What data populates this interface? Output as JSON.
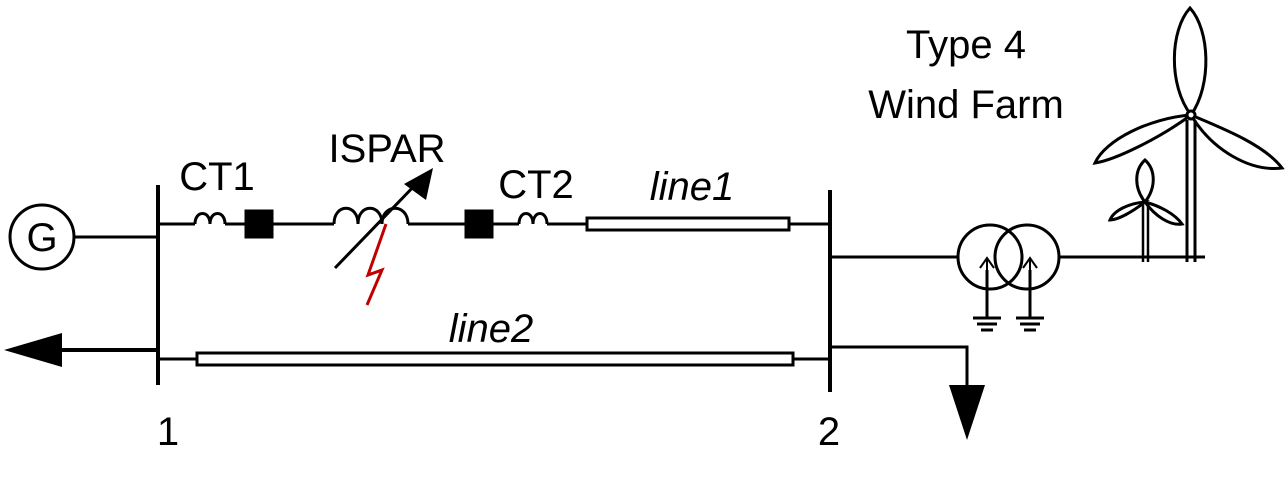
{
  "generator": {
    "label": "G"
  },
  "buses": {
    "bus1": "1",
    "bus2": "2"
  },
  "devices": {
    "ct1": "CT1",
    "ct2": "CT2",
    "ispar": "ISPAR"
  },
  "lines": {
    "line1": "line1",
    "line2": "line2"
  },
  "wind_farm": {
    "line1": "Type 4",
    "line2": "Wind Farm"
  },
  "colors": {
    "stroke": "#000000",
    "fault": "#c00000",
    "fault_light": "#d9534f"
  }
}
